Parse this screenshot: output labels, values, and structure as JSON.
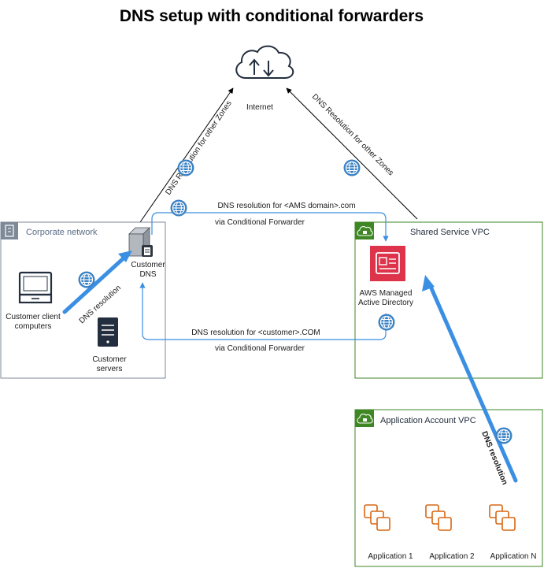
{
  "title": "DNS setup with conditional forwarders",
  "internet": {
    "label": "Internet"
  },
  "edges": {
    "left_internet": "DNS Resolution for other Zones",
    "right_internet": "DNS Resolution for other Zones",
    "top_forward_line1": "DNS resolution for <AMS domain>.com",
    "top_forward_line2": "via Conditional Forwarder",
    "bottom_forward_line1": "DNS resolution for <customer>.COM",
    "bottom_forward_line2": "via Conditional Forwarder",
    "client_dns": "DNS resolution",
    "app_dns": "DNS resolution"
  },
  "corporate": {
    "title": "Corporate network",
    "customer_dns": [
      "Customer",
      "DNS"
    ],
    "clients": [
      "Customer client",
      "computers"
    ],
    "servers": [
      "Customer",
      "servers"
    ]
  },
  "shared_vpc": {
    "title": "Shared Service VPC",
    "managed_ad": [
      "AWS Managed",
      "Active Directory"
    ]
  },
  "app_vpc": {
    "title": "Application Account VPC",
    "apps": [
      "Application 1",
      "Application 2",
      "Application N"
    ]
  },
  "colors": {
    "accent_blue": "#3b8fe3",
    "globe_blue": "#3b82c4",
    "vpc_green": "#3f8624",
    "corp_grey": "#7d8998",
    "ad_red": "#dd344c",
    "ec2_orange": "#d86613"
  }
}
